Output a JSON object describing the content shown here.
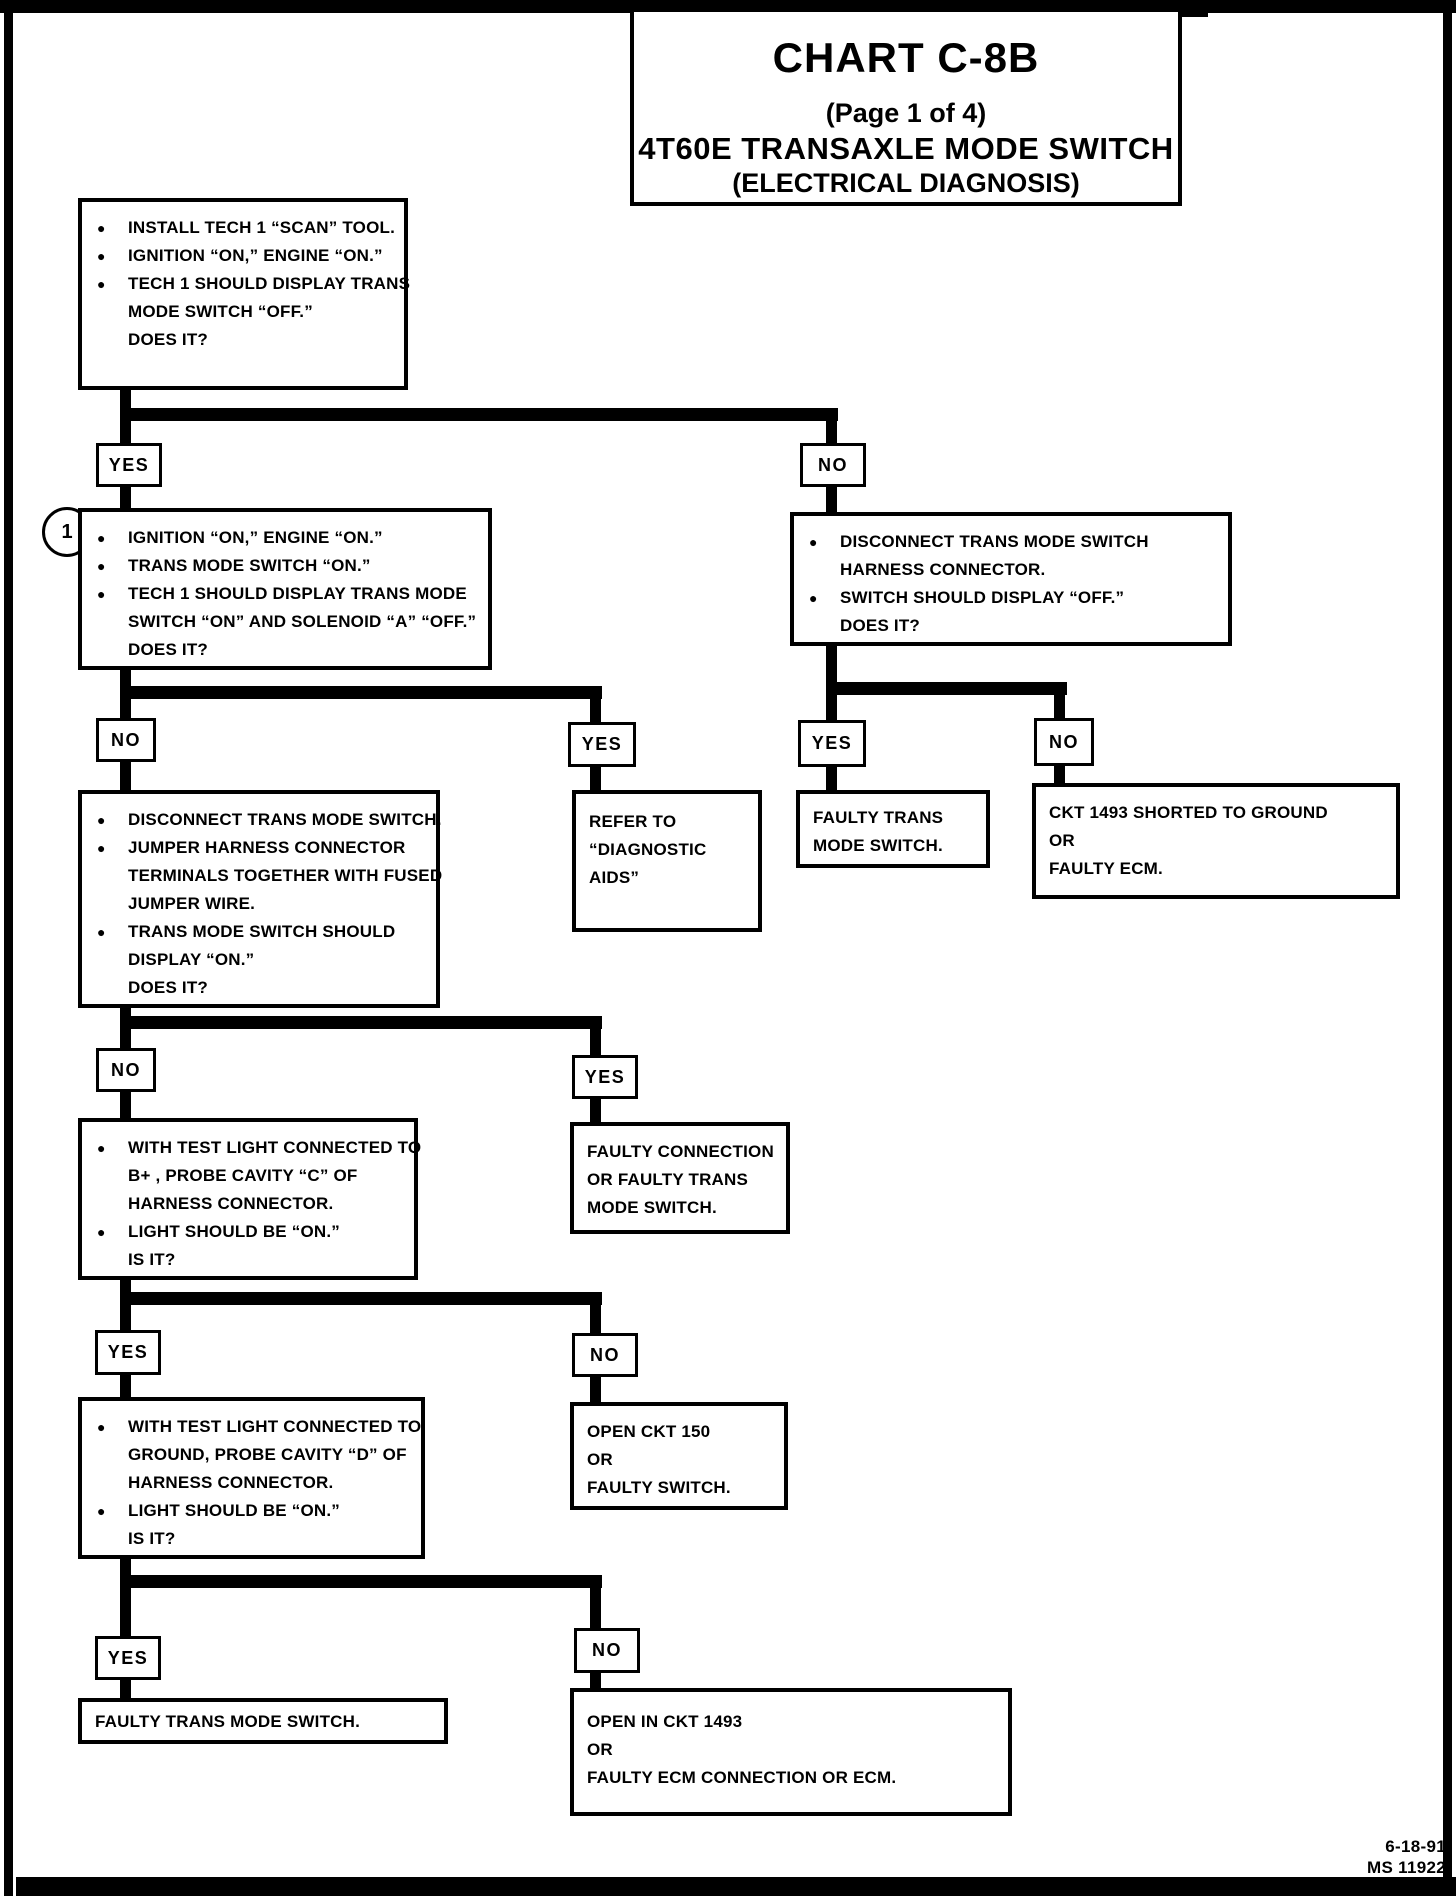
{
  "title": {
    "chart": "CHART C-8B",
    "page_info": "(Page 1 of 4)",
    "subject": "4T60E TRANSAXLE MODE SWITCH",
    "subtitle": "(ELECTRICAL DIAGNOSIS)"
  },
  "labels": {
    "yes": "YES",
    "no": "NO",
    "step_ref": "1"
  },
  "nodes": {
    "start": {
      "lines": [
        "INSTALL TECH 1 “SCAN” TOOL.",
        "IGNITION “ON,” ENGINE “ON.”",
        "TECH 1 SHOULD DISPLAY TRANS",
        "MODE SWITCH “OFF.”",
        "DOES IT?"
      ]
    },
    "check_on": {
      "lines": [
        "IGNITION “ON,” ENGINE “ON.”",
        "TRANS MODE SWITCH “ON.”",
        "TECH 1 SHOULD DISPLAY TRANS MODE",
        "SWITCH “ON” AND SOLENOID “A” “OFF.”",
        "DOES IT?"
      ]
    },
    "disconnect_check": {
      "lines": [
        "DISCONNECT TRANS MODE SWITCH",
        "HARNESS CONNECTOR.",
        "SWITCH SHOULD DISPLAY “OFF.”",
        "DOES IT?"
      ]
    },
    "jumper_check": {
      "lines": [
        "DISCONNECT TRANS MODE SWITCH.",
        "JUMPER HARNESS CONNECTOR",
        "TERMINALS TOGETHER WITH FUSED",
        "JUMPER WIRE.",
        "TRANS MODE SWITCH SHOULD",
        "DISPLAY “ON.”",
        "DOES IT?"
      ]
    },
    "refer_aids": {
      "lines": [
        "REFER TO",
        "“DIAGNOSTIC",
        "AIDS”"
      ]
    },
    "faulty_switch_1": {
      "lines": [
        "FAULTY TRANS",
        "MODE SWITCH."
      ]
    },
    "ckt1493_shorted": {
      "lines": [
        "CKT 1493 SHORTED TO GROUND",
        "OR",
        "FAULTY ECM."
      ]
    },
    "probe_c": {
      "lines": [
        "WITH TEST LIGHT CONNECTED TO",
        "B+ , PROBE CAVITY “C” OF",
        "HARNESS CONNECTOR.",
        "LIGHT SHOULD BE “ON.”",
        "IS IT?"
      ]
    },
    "faulty_connection": {
      "lines": [
        "FAULTY CONNECTION",
        "OR FAULTY TRANS",
        "MODE SWITCH."
      ]
    },
    "probe_d": {
      "lines": [
        "WITH TEST LIGHT CONNECTED TO",
        "GROUND, PROBE CAVITY “D” OF",
        "HARNESS CONNECTOR.",
        "LIGHT SHOULD BE “ON.”",
        "IS IT?"
      ]
    },
    "open_ckt150": {
      "lines": [
        "OPEN CKT 150",
        "OR",
        "FAULTY SWITCH."
      ]
    },
    "faulty_switch_2": {
      "lines": [
        "FAULTY TRANS MODE SWITCH."
      ]
    },
    "open_ckt1493": {
      "lines": [
        "OPEN IN CKT 1493",
        "OR",
        "FAULTY ECM CONNECTION OR ECM."
      ]
    }
  },
  "footer": {
    "date": "6-18-91",
    "doc_number": "MS 11922"
  }
}
